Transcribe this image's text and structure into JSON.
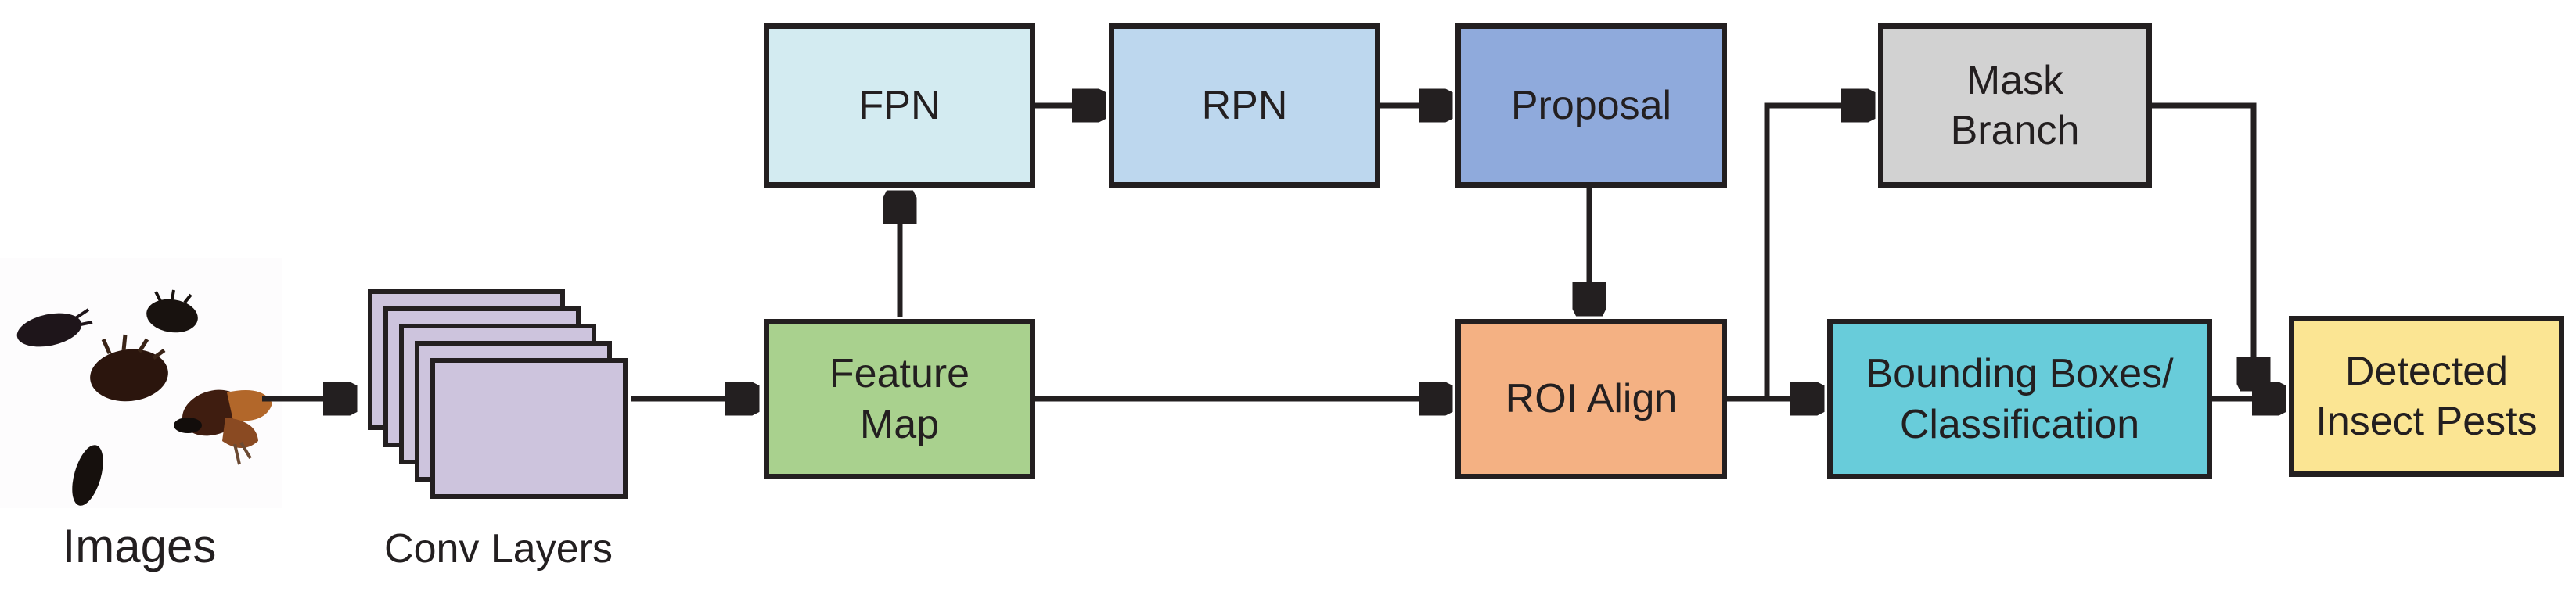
{
  "diagram": {
    "line_color": "#231f20",
    "captions": {
      "images": "Images",
      "conv_layers": "Conv Layers"
    },
    "nodes": {
      "conv_layers": {
        "color": "#cdc4dd"
      },
      "fpn": {
        "label": "FPN",
        "color": "#d3ebf1"
      },
      "rpn": {
        "label": "RPN",
        "color": "#bdd7ee"
      },
      "proposal": {
        "label": "Proposal",
        "color": "#8faadc"
      },
      "mask_branch": {
        "label": "Mask\nBranch",
        "color": "#d2d2d2"
      },
      "feature_map": {
        "label": "Feature\nMap",
        "color": "#a9d18e"
      },
      "roi_align": {
        "label": "ROI Align",
        "color": "#f4b183"
      },
      "bounding_boxes_classification": {
        "label": "Bounding Boxes/\nClassification",
        "color": "#68ccda"
      },
      "detected_insect_pests": {
        "label": "Detected\nInsect Pests",
        "color": "#fbe593"
      }
    },
    "edges": [
      {
        "from": "images",
        "to": "conv_layers"
      },
      {
        "from": "conv_layers",
        "to": "feature_map"
      },
      {
        "from": "feature_map",
        "to": "fpn"
      },
      {
        "from": "fpn",
        "to": "rpn"
      },
      {
        "from": "rpn",
        "to": "proposal"
      },
      {
        "from": "proposal",
        "to": "roi_align"
      },
      {
        "from": "feature_map",
        "to": "roi_align"
      },
      {
        "from": "roi_align",
        "to": "bounding_boxes_classification"
      },
      {
        "from": "roi_align",
        "to": "mask_branch"
      },
      {
        "from": "mask_branch",
        "to": "detected_insect_pests"
      },
      {
        "from": "bounding_boxes_classification",
        "to": "detected_insect_pests"
      }
    ]
  }
}
